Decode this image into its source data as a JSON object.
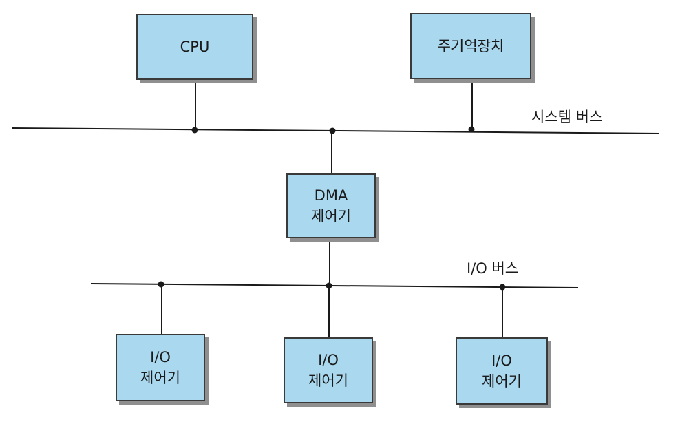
{
  "diagram": {
    "cpu": "CPU",
    "main_memory": "주기억장치",
    "system_bus": "시스템 버스",
    "dma_controller": [
      "DMA",
      "제어기"
    ],
    "io_bus": "I/O 버스",
    "io_controllers": [
      [
        "I/O",
        "제어기"
      ],
      [
        "I/O",
        "제어기"
      ],
      [
        "I/O",
        "제어기"
      ]
    ]
  },
  "colors": {
    "block_fill": "#a9d8ef",
    "line": "#1a1a1a"
  }
}
